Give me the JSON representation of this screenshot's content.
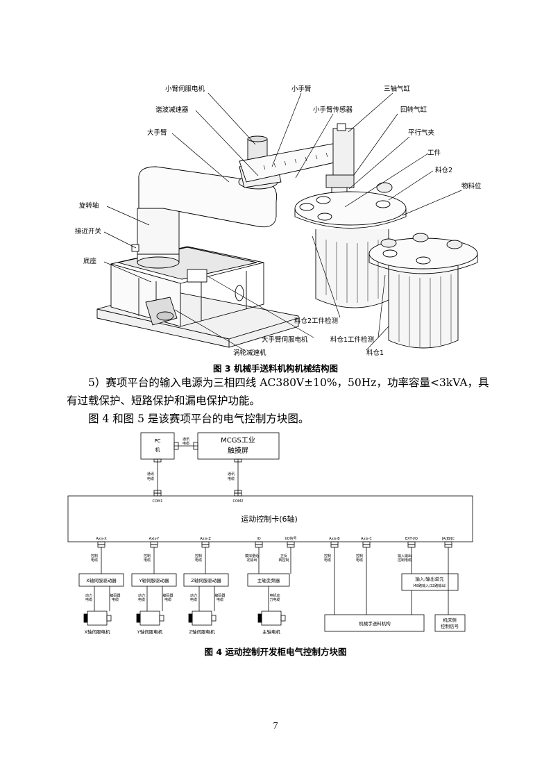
{
  "figure3": {
    "labels": {
      "forearm_servo": "小臂伺服电机",
      "harmonic_reducer": "谐波减速器",
      "upper_arm": "大手臂",
      "rotary_axis": "旋转轴",
      "proximity_switch": "接近开关",
      "base": "底座",
      "forearm": "小手臂",
      "forearm_sensor": "小手臂传感器",
      "three_axis_cylinder": "三轴气缸",
      "rotary_cylinder": "回转气缸",
      "parallel_gripper": "平行气夹",
      "workpiece": "工件",
      "bin2": "料仓2",
      "material_position": "物料位",
      "bin2_detect": "料仓2工件检测",
      "upper_arm_servo": "大手臂伺服电机",
      "bin1_detect": "料仓1工件检测",
      "worm_reducer": "涡轮减速机",
      "bin1": "料仓1"
    },
    "caption": "图 3  机械手送料机构机械结构图"
  },
  "text": {
    "para1": "5）赛项平台的输入电源为三相四线 AC380V±10%，50Hz，功率容量<3kVA，具有过载保护、短路保护和漏电保护功能。",
    "para2": "图 4 和图 5 是该赛项平台的电气控制方块图。"
  },
  "figure4": {
    "pc_l1": "PC",
    "pc_l2": "机",
    "comm_cable_l1": "通讯",
    "comm_cable_l2": "电缆",
    "mcgs_l1": "MCGS工业",
    "mcgs_l2": "触摸屏",
    "com1": "COM1",
    "com2": "COM2",
    "card": "运动控制卡(6轴)",
    "ports": [
      "Axis-X",
      "Axis-Y",
      "Axis-Z",
      "IO",
      "I/O信号",
      "Axis-B",
      "Axis-C",
      "EXT-I/O",
      "JA/JB/JC"
    ],
    "ctrl_cable_l1": "控制",
    "ctrl_cable_l2": "电缆",
    "speed_l1": "模拟量给",
    "speed_l2": "定输出",
    "startstop_l1": "正反",
    "startstop_l2": "转控制",
    "io_cable_l1": "输入输出",
    "io_cable_l2": "控制电缆",
    "x_driver": "X轴伺服驱动器",
    "y_driver": "Y轴伺服驱动器",
    "z_driver": "Z轴伺服驱动器",
    "spindle_vfd": "主轴变频器",
    "io_unit_l1": "输入/输出单元",
    "io_unit_l2": "（48路输入/32路输出）",
    "power_l1": "动力",
    "power_l2": "电缆",
    "enc_l1": "编码器",
    "enc_l2": "电缆",
    "motor_power_l1": "电机动",
    "motor_power_l2": "力电缆",
    "x_motor": "X轴伺服电机",
    "y_motor": "Y轴伺服电机",
    "z_motor": "Z轴伺服电机",
    "spindle_motor": "主轴电机",
    "manipulator": "机械手送料机构",
    "panel_l1": "机床侧",
    "panel_l2": "控制信号",
    "caption": "图 4  运动控制开发柜电气控制方块图"
  },
  "page_number": "7"
}
